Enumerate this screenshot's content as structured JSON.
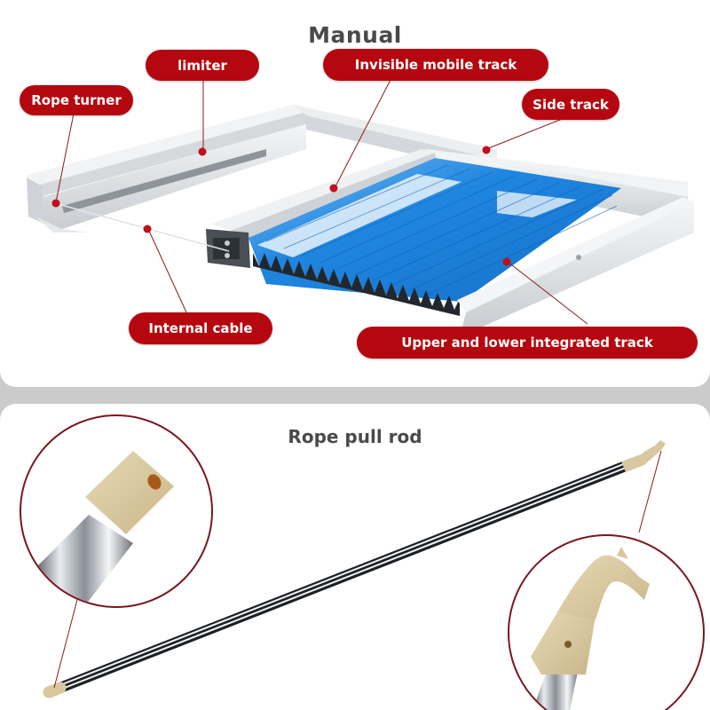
{
  "top_panel": {
    "title": "Manual",
    "labels": {
      "rope_turner": "Rope turner",
      "limiter": "limiter",
      "invisible_mobile_track": "Invisible mobile track",
      "side_track": "Side track",
      "internal_cable": "Internal cable",
      "upper_lower_track": "Upper and lower integrated track"
    }
  },
  "bottom_panel": {
    "title": "Rope pull rod",
    "callouts": [
      "rod-end-cap-detail",
      "hook-head-detail"
    ]
  },
  "colors": {
    "background": "#cbcbcb",
    "card": "#ffffff",
    "label_fill": "#b5070f",
    "label_text": "#ffffff",
    "leader_line": "#8a1a20",
    "marker_dot": "#c0101a",
    "title_text": "#4a4a4a",
    "pleat_blue": "#1e88e0",
    "aluminum": "#e4e6e8",
    "beige_plastic": "#d8c79f"
  }
}
